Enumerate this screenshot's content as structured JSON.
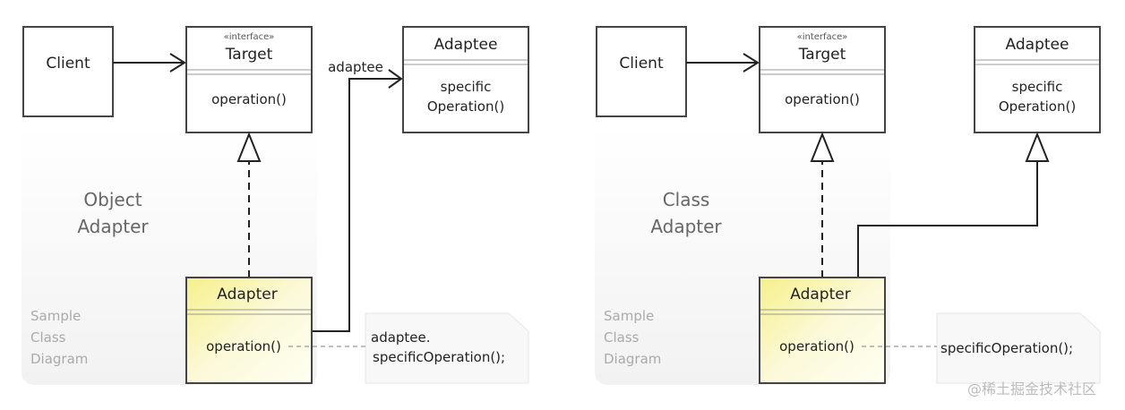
{
  "diagrams": [
    {
      "label_line1": "Object",
      "label_line2": "Adapter",
      "client": "Client",
      "target": {
        "stereotype": "«interface»",
        "name": "Target",
        "operation": "operation()"
      },
      "adaptee": {
        "name": "Adaptee",
        "op_line1": "specific",
        "op_line2": "Operation()"
      },
      "adapter": {
        "name": "Adapter",
        "operation": "operation()"
      },
      "association_role": "adaptee",
      "note_line1": "adaptee.",
      "note_line2": "specificOperation();",
      "sample_line1": "Sample",
      "sample_line2": "Class",
      "sample_line3": "Diagram"
    },
    {
      "label_line1": "Class",
      "label_line2": "Adapter",
      "client": "Client",
      "target": {
        "stereotype": "«interface»",
        "name": "Target",
        "operation": "operation()"
      },
      "adaptee": {
        "name": "Adaptee",
        "op_line1": "specific",
        "op_line2": "Operation()"
      },
      "adapter": {
        "name": "Adapter",
        "operation": "operation()"
      },
      "note_line1": "specificOperation();",
      "sample_line1": "Sample",
      "sample_line2": "Class",
      "sample_line3": "Diagram"
    }
  ],
  "watermark": "@稀土掘金技术社区",
  "colors": {
    "adapter_fill": "#f7f3b0",
    "border": "#444444"
  }
}
